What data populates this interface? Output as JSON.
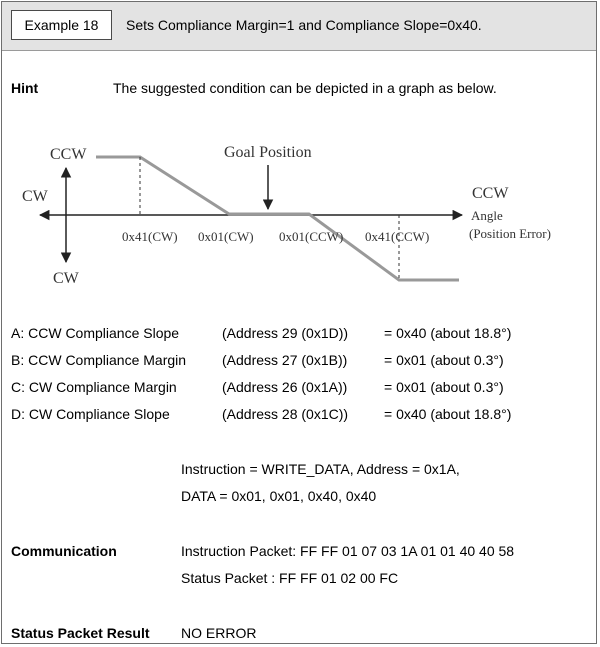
{
  "header": {
    "example_label": "Example 18",
    "description": "Sets Compliance Margin=1 and Compliance Slope=0x40."
  },
  "hint": {
    "label": "Hint",
    "text": "The suggested condition can be depicted in a graph as below."
  },
  "graph": {
    "ccw_top": "CCW",
    "cw_left": "CW",
    "cw_bottom": "CW",
    "ccw_right": "CCW",
    "goal_position": "Goal Position",
    "axis_label_1": "Angle",
    "axis_label_2": "(Position Error)",
    "ticks": [
      "0x41(CW)",
      "0x01(CW)",
      "0x01(CCW)",
      "0x41(CCW)"
    ]
  },
  "params": [
    {
      "name": "A: CCW Compliance Slope",
      "address": "(Address 29 (0x1D))",
      "value": "= 0x40 (about 18.8°)"
    },
    {
      "name": "B: CCW Compliance Margin",
      "address": "(Address 27 (0x1B))",
      "value": "= 0x01 (about 0.3°)"
    },
    {
      "name": "C: CW Compliance Margin",
      "address": "(Address 26 (0x1A))",
      "value": "= 0x01 (about 0.3°)"
    },
    {
      "name": "D: CW Compliance Slope",
      "address": "(Address 28 (0x1C))",
      "value": "= 0x40 (about 18.8°)"
    }
  ],
  "instruction": {
    "line1": "Instruction = WRITE_DATA, Address = 0x1A,",
    "line2": "DATA = 0x01, 0x01, 0x40, 0x40"
  },
  "communication": {
    "label": "Communication",
    "instruction_packet": "Instruction Packet: FF FF 01 07 03 1A 01 01 40 40 58",
    "status_packet": "Status Packet  : FF FF 01 02 00 FC"
  },
  "result": {
    "label": "Status Packet Result",
    "value": "NO ERROR"
  }
}
